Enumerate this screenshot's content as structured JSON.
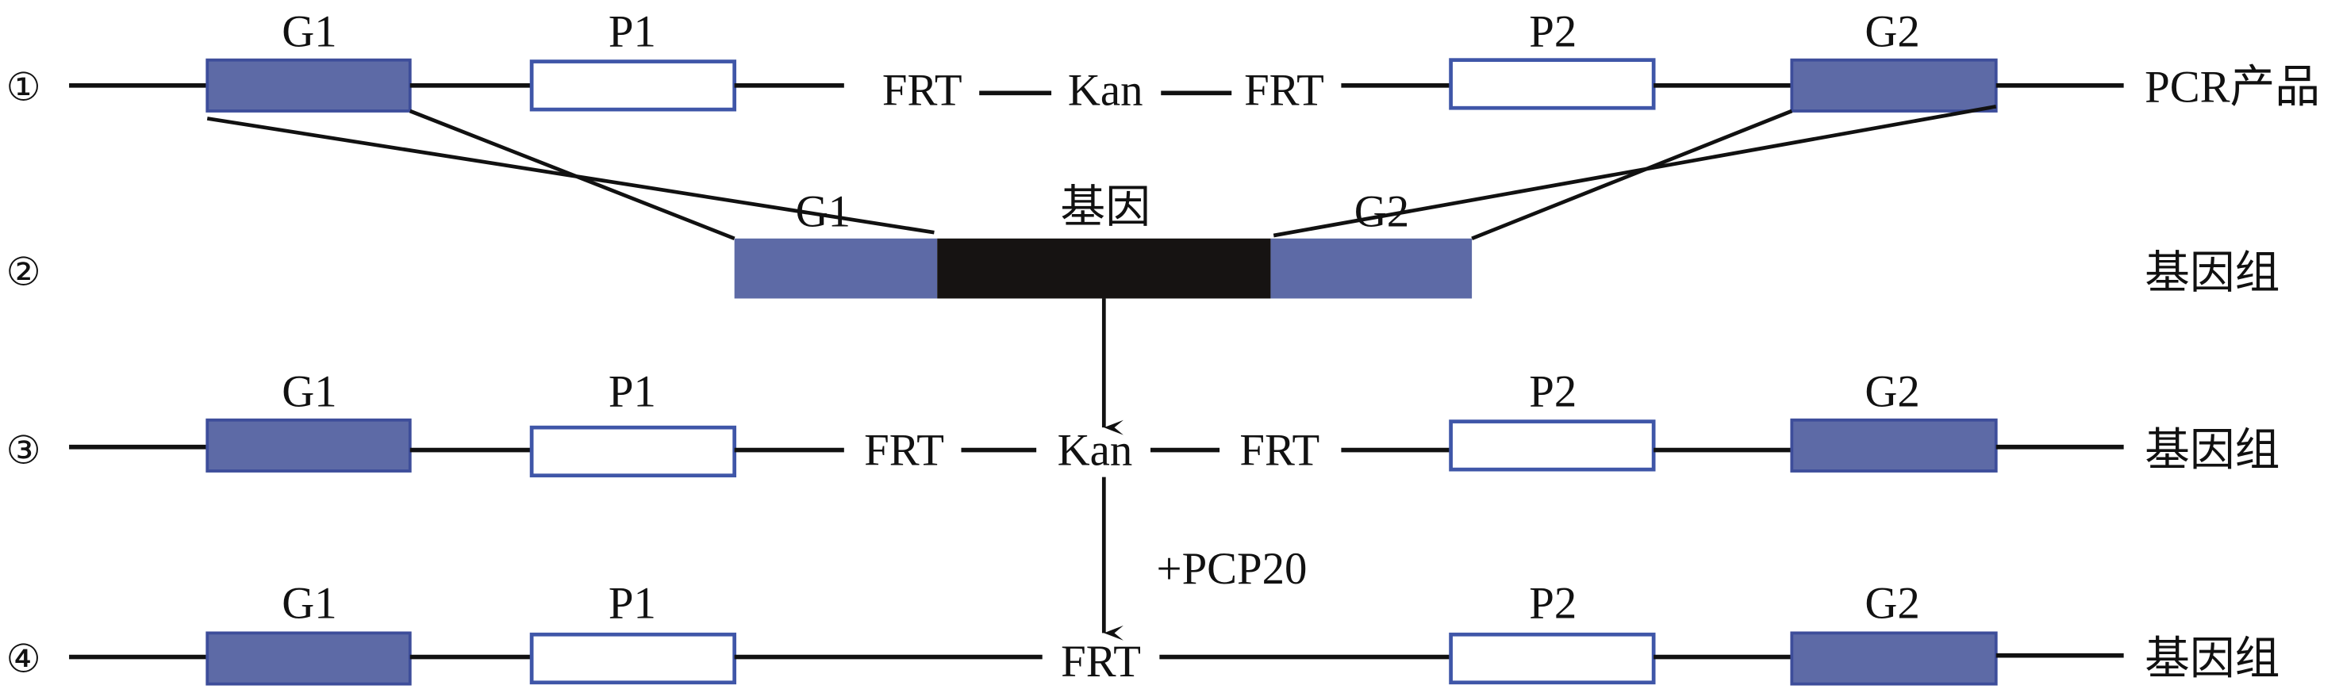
{
  "colors": {
    "homology_box": "#5d6aa6",
    "homology_border": "#3d4d9a",
    "primer_border": "#3f56a8",
    "gene_box": "#161312",
    "line": "#111111"
  },
  "rows": [
    {
      "step": "①",
      "right_label": "PCR产品",
      "labels": {
        "g1": "G1",
        "p1": "P1",
        "frt_left": "FRT",
        "kan": "Kan",
        "frt_right": "FRT",
        "p2": "P2",
        "g2": "G2"
      }
    },
    {
      "step": "②",
      "right_label": "基因组",
      "labels": {
        "g1": "G1",
        "gene": "基因",
        "g2": "G2"
      }
    },
    {
      "step": "③",
      "right_label": "基因组",
      "labels": {
        "g1": "G1",
        "p1": "P1",
        "frt_left": "FRT",
        "kan": "Kan",
        "frt_right": "FRT",
        "p2": "P2",
        "g2": "G2"
      }
    },
    {
      "step": "④",
      "right_label": "基因组",
      "labels": {
        "g1": "G1",
        "p1": "P1",
        "frt": "FRT",
        "p2": "P2",
        "g2": "G2"
      }
    }
  ],
  "arrows": [
    {
      "from": "②",
      "to": "③",
      "label": ""
    },
    {
      "from": "③",
      "to": "④",
      "label": "+PCP20"
    }
  ]
}
